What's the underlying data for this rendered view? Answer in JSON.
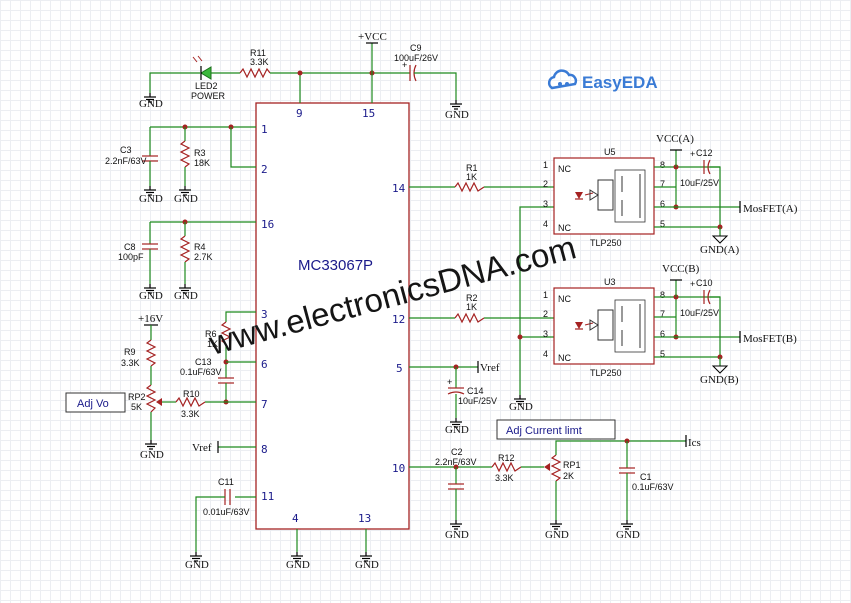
{
  "brand": "EasyEDA",
  "watermark": "www.electronicsDNA.com",
  "ic": {
    "name": "MC33067P",
    "pins": [
      "1",
      "2",
      "16",
      "3",
      "6",
      "7",
      "8",
      "11",
      "9",
      "15",
      "14",
      "12",
      "5",
      "10",
      "4",
      "13"
    ]
  },
  "power": {
    "vcc": "+VCC",
    "v16": "+16V",
    "vcc_a": "VCC(A)",
    "vcc_b": "VCC(B)",
    "gnd": "GND",
    "gnd_a": "GND(A)",
    "gnd_b": "GND(B)",
    "vref": "Vref",
    "ics": "Ics"
  },
  "nets": {
    "mosfet_a": "MosFET(A)",
    "mosfet_b": "MosFET(B)"
  },
  "labels": {
    "adj_vo": "Adj Vo",
    "adj_current": "Adj Current limt"
  },
  "components": {
    "R11": {
      "ref": "R11",
      "value": "3.3K"
    },
    "LED2": {
      "ref": "LED2",
      "value": "POWER"
    },
    "C9": {
      "ref": "C9",
      "value": "100uF/26V"
    },
    "C3": {
      "ref": "C3",
      "value": "2.2nF/63V"
    },
    "R3": {
      "ref": "R3",
      "value": "18K"
    },
    "C8": {
      "ref": "C8",
      "value": "100pF"
    },
    "R4": {
      "ref": "R4",
      "value": "2.7K"
    },
    "R6": {
      "ref": "R6",
      "value": "1K"
    },
    "C13": {
      "ref": "C13",
      "value": "0.1uF/63V"
    },
    "R9": {
      "ref": "R9",
      "value": "3.3K"
    },
    "RP2": {
      "ref": "RP2",
      "value": "5K"
    },
    "R10": {
      "ref": "R10",
      "value": "3.3K"
    },
    "C11": {
      "ref": "C11",
      "value": "0.01uF/63V"
    },
    "R1": {
      "ref": "R1",
      "value": "1K"
    },
    "R2": {
      "ref": "R2",
      "value": "1K"
    },
    "C14": {
      "ref": "C14",
      "value": "10uF/25V"
    },
    "C2": {
      "ref": "C2",
      "value": "2.2nF/63V"
    },
    "R12": {
      "ref": "R12",
      "value": "3.3K"
    },
    "RP1": {
      "ref": "RP1",
      "value": "2K"
    },
    "C1": {
      "ref": "C1",
      "value": "0.1uF/63V"
    },
    "U5": {
      "ref": "U5",
      "value": "TLP250"
    },
    "U3": {
      "ref": "U3",
      "value": "TLP250"
    },
    "C12": {
      "ref": "C12",
      "value": "10uF/25V"
    },
    "C10": {
      "ref": "C10",
      "value": "10uF/25V"
    }
  },
  "opto_pins": {
    "nc": "NC",
    "numbers": [
      "1",
      "2",
      "3",
      "4",
      "5",
      "6",
      "7",
      "8"
    ]
  }
}
